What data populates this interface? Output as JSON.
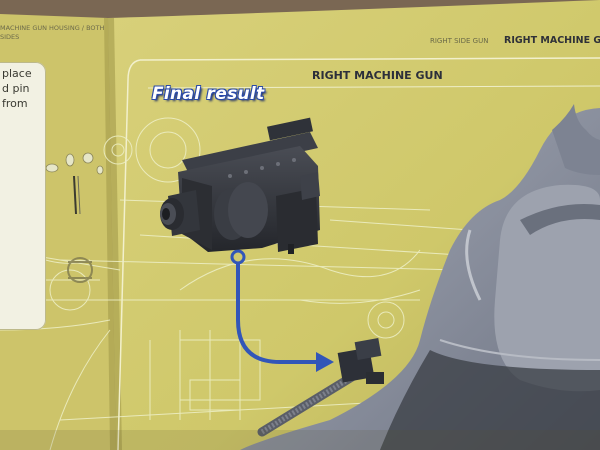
{
  "page": {
    "left_header": "MACHINE GUN HOUSING / BOTH SIDES",
    "header_small": "RIGHT SIDE GUN",
    "header_title": "RIGHT MACHINE GUN",
    "panel_title": "RIGHT MACHINE GUN",
    "final_result_label": "Final result"
  },
  "left_note": {
    "lines": [
      "place",
      "d pin",
      "from"
    ]
  },
  "colors": {
    "page_yellow": "#d9d276",
    "blueprint_lines": "#eef0c8",
    "arrow_blue": "#3256b8",
    "car_grey": "#8d93a2",
    "gun_dark": "#2e3036"
  }
}
